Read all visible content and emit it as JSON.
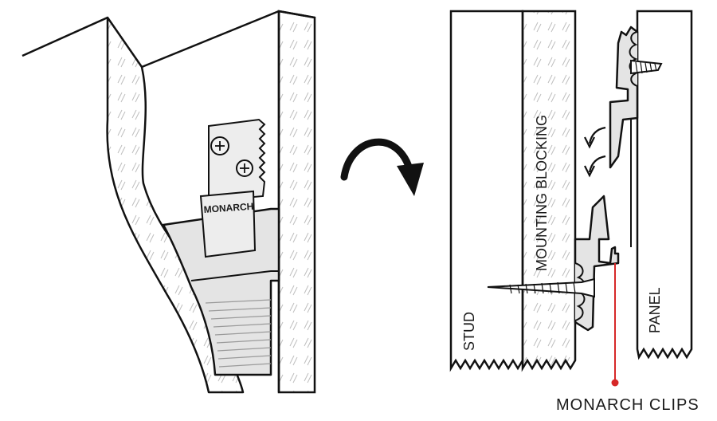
{
  "labels": {
    "brand_on_clip": "MONARCH",
    "stud": "STUD",
    "mounting_blocking": "MOUNTING BLOCKING",
    "panel": "PANEL",
    "callout": "MONARCH CLIPS"
  },
  "colors": {
    "line": "#111111",
    "metal_fill": "#e4e4e4",
    "hatch": "#bdbdbd",
    "callout_dot": "#d62828"
  },
  "icons": {
    "rotation_arrow": "curved-arrow-clockwise",
    "motion_arrows": "small-arrows-left-down"
  }
}
